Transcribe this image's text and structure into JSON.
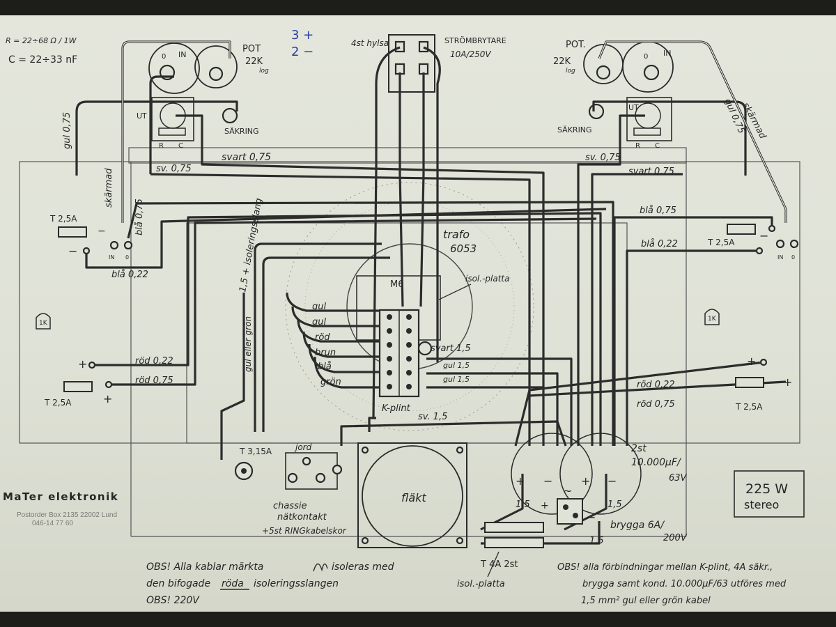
{
  "company": {
    "name": "MaTer elektronik",
    "address_line1": "Postorder Box 2135    22002 Lund",
    "address_line2": "046-14 77 60"
  },
  "notes_top_left": {
    "r": "R = 22÷68 Ω / 1W",
    "c": "C = 22÷33 nF"
  },
  "notes_top_pm": "3 +\n2 −",
  "hylsa": "4st hylsa",
  "strombrytare": {
    "title": "STRÖMBRYTARE",
    "rating": "10A/250V"
  },
  "pot_left": {
    "label": "POT",
    "value": "22K",
    "taper": "log",
    "in": "IN",
    "zero": "0",
    "ut": "UT",
    "fuse": "SÄKRING",
    "r": "R",
    "c": "C"
  },
  "pot_right": {
    "label": "POT.",
    "value": "22K",
    "taper": "log",
    "in": "IN",
    "zero": "0",
    "ut": "UT",
    "fuse": "SÄKRING",
    "r": "R",
    "c": "C"
  },
  "wire_labels": {
    "svart_075_top": "svart 0,75",
    "sv_075_left": "sv. 0,75",
    "sv_075_right": "sv. 0,75",
    "svart_075_right": "svart 0,75",
    "gul_075_left": "gul 0,75",
    "gul_075_right": "gul 0,75",
    "skarmad_left": "skärmad",
    "skarmad_right": "skärmad",
    "bla_075_left": "blå 0,75",
    "bla_022_left": "blå 0,22",
    "bla_075_right": "blå 0,75",
    "bla_022_right": "blå 0,22",
    "rod_022_left": "röd 0,22",
    "rod_075_left": "röd 0,75",
    "rod_022_right": "röd 0,22",
    "rod_075_right": "röd 0,75",
    "isoleringsslang": "1,5 + isoleringsslang",
    "gul_eller_gron": "gul eller grön",
    "svart_15": "svart 1,5",
    "gul_15_a": "gul 1,5",
    "gul_15_b": "gul 1,5",
    "sv_15": "sv. 1,5"
  },
  "fuses": {
    "left_top": "T 2,5A",
    "left_bottom": "T 2,5A",
    "right_top": "T 2,5A",
    "right_bottom": "T 2,5A",
    "main": "T 3,15A",
    "bottom": "T 4A  2st"
  },
  "signs": {
    "plus": "+",
    "minus": "−",
    "in": "IN",
    "zero": "0"
  },
  "resistors": {
    "left": "1K",
    "right": "1K"
  },
  "trafo": {
    "label": "trafo",
    "model": "6053",
    "bolt": "M6",
    "isol": "isol.-platta"
  },
  "winding_labels": [
    "gul",
    "gul",
    "röd",
    "brun",
    "blå",
    "grön"
  ],
  "kplint": "K-plint",
  "jord": "jord",
  "chassie": "chassie\nnätkontakt",
  "ring": "+5st RINGkabelskor",
  "flakt": "fläkt",
  "isol_platta_bottom": "isol.-platta",
  "capacitors": {
    "count": "2st",
    "value": "10.000µF/",
    "voltage": "63V"
  },
  "bridge": {
    "label": "brygga 6A/",
    "voltage": "200V",
    "ac": "~"
  },
  "wire_15": [
    "1,5",
    "1,5",
    "1,5"
  ],
  "power": {
    "watts": "225 W",
    "mode": "stereo"
  },
  "obs_left": {
    "line1": "OBS!  Alla kablar märkta",
    "line1b": "isoleras med",
    "line2": "den bifogade",
    "line2b": "röda",
    "line2c": "isoleringsslangen",
    "line3": "OBS!  220V"
  },
  "obs_right": {
    "line1": "OBS! alla förbindningar mellan K-plint, 4A säkr.,",
    "line2": "brygga samt kond. 10.000µF/63  utföres med",
    "line3": "1,5 mm² gul eller grön kabel"
  }
}
